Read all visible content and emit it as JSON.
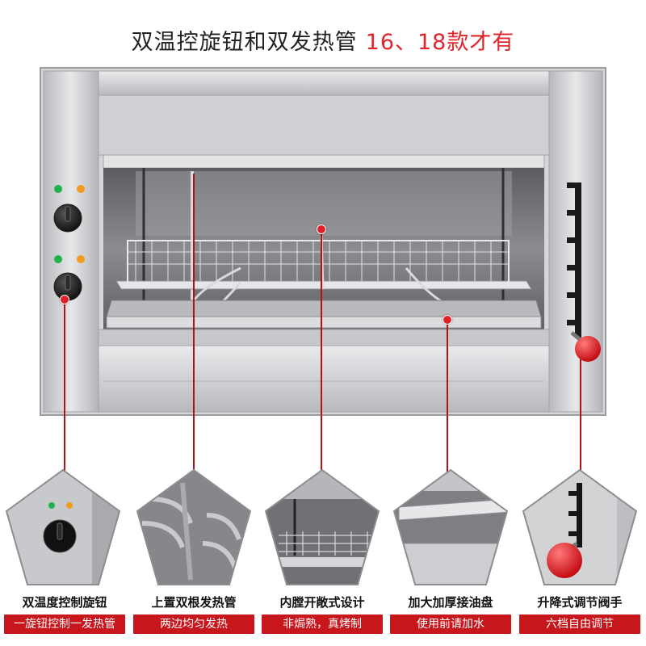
{
  "headline": {
    "main": "双温控旋钮和双发热管",
    "accent": "16、18款才有"
  },
  "features": [
    {
      "title": "双温度控制旋钮",
      "subtitle": "一旋钮控制一发热管"
    },
    {
      "title": "上置双根发热管",
      "subtitle": "两边均匀发热"
    },
    {
      "title": "内膛开敞式设计",
      "subtitle": "非焗熟，真烤制"
    },
    {
      "title": "加大加厚接油盘",
      "subtitle": "使用前请加水"
    },
    {
      "title": "升降式调节阀手",
      "subtitle": "六档自由调节"
    }
  ],
  "colors": {
    "accent_red": "#e3242b",
    "caption_bar": "#c8161d",
    "steel": "#c9cacc",
    "indicator_green": "#1fb24a",
    "indicator_orange": "#f39a1e"
  },
  "icons": [
    "temperature-knob",
    "indicator-light-green",
    "indicator-light-orange",
    "heating-tube",
    "grill-rack",
    "drip-tray",
    "adjust-handle"
  ]
}
